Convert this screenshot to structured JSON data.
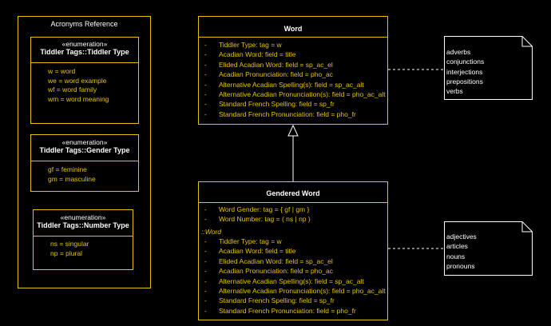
{
  "reference": {
    "title": "Acronyms Reference",
    "enums": [
      {
        "stereotype": "«enumeration»",
        "name": "Tiddler Tags::Tiddler Type",
        "items": [
          "w = word",
          "we = word example",
          "wf = word family",
          "wm = word meaning"
        ]
      },
      {
        "stereotype": "«enumeration»",
        "name": "Tiddler Tags::Gender Type",
        "items": [
          "gf = feminine",
          "gm = masculine"
        ]
      },
      {
        "stereotype": "«enumeration»",
        "name": "Tiddler Tags::Number Type",
        "items": [
          "ns = singular",
          "np = plural"
        ]
      }
    ]
  },
  "word": {
    "title": "Word",
    "attributes": [
      "Tiddler Type: tag = w",
      "Acadian Word: field = title",
      "Elided Acadian Word: field = sp_ac_el",
      "Acadian Pronunciation: field = pho_ac",
      "Alternative Acadian Spelling(s): field = sp_ac_alt",
      "Alternative Acadian Pronunciation(s): field = pho_ac_alt",
      "Standard French Spelling: field = sp_fr",
      "Standard French Pronunciation: field = pho_fr"
    ]
  },
  "gendered_word": {
    "title": "Gendered Word",
    "attributes": [
      "Word Gender: tag = { gf | gm }",
      "Word Number: tag = ( ns | np )"
    ],
    "inherited_label": "::Word",
    "inherited": [
      "Tiddler Type: tag = w",
      "Acadian Word: field = title",
      "Elided Acadian Word: field = sp_ac_el",
      "Acadian Pronunciation: field = pho_ac",
      "Alternative Acadian Spelling(s): field = sp_ac_alt",
      "Alternative Acadian Pronunciation(s): field = pho_ac_alt",
      "Standard French Spelling: field = sp_fr",
      "Standard French Pronunciation: field = pho_fr"
    ]
  },
  "bullet": "-",
  "notes": [
    {
      "items": [
        "adverbs",
        "conjunctions",
        "interjections",
        "prepositions",
        "verbs"
      ]
    },
    {
      "items": [
        "adjectives",
        "articles",
        "nouns",
        "pronouns"
      ]
    }
  ],
  "colors": {
    "border": "#e6c200",
    "text": "#e6c200",
    "title": "#ffffff",
    "background": "#000000"
  }
}
